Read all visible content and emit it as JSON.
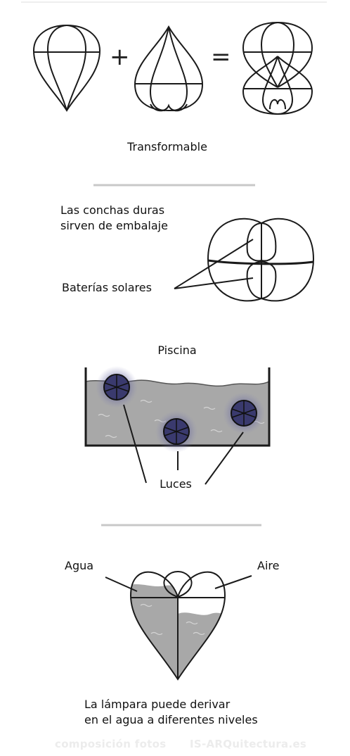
{
  "section1": {
    "plus": "+",
    "equals": "=",
    "caption": "Transformable"
  },
  "section2": {
    "shell_line1": "Las conchas duras",
    "shell_line2": "sirven de embalaje",
    "solar": "Baterías solares"
  },
  "section3": {
    "title": "Piscina",
    "lights": "Luces"
  },
  "section4": {
    "water": "Agua",
    "air": "Aire",
    "caption_line1": "La lámpara puede derivar",
    "caption_line2": "en el agua a diferentes niveles"
  },
  "watermark": {
    "left": "composición fotos",
    "right": "IS-ARQuitectura.es"
  },
  "colors": {
    "line": "#1a1a1a",
    "water": "#a8a8a8",
    "divider": "#c8c8c8",
    "glow": "#4a4a8a"
  }
}
